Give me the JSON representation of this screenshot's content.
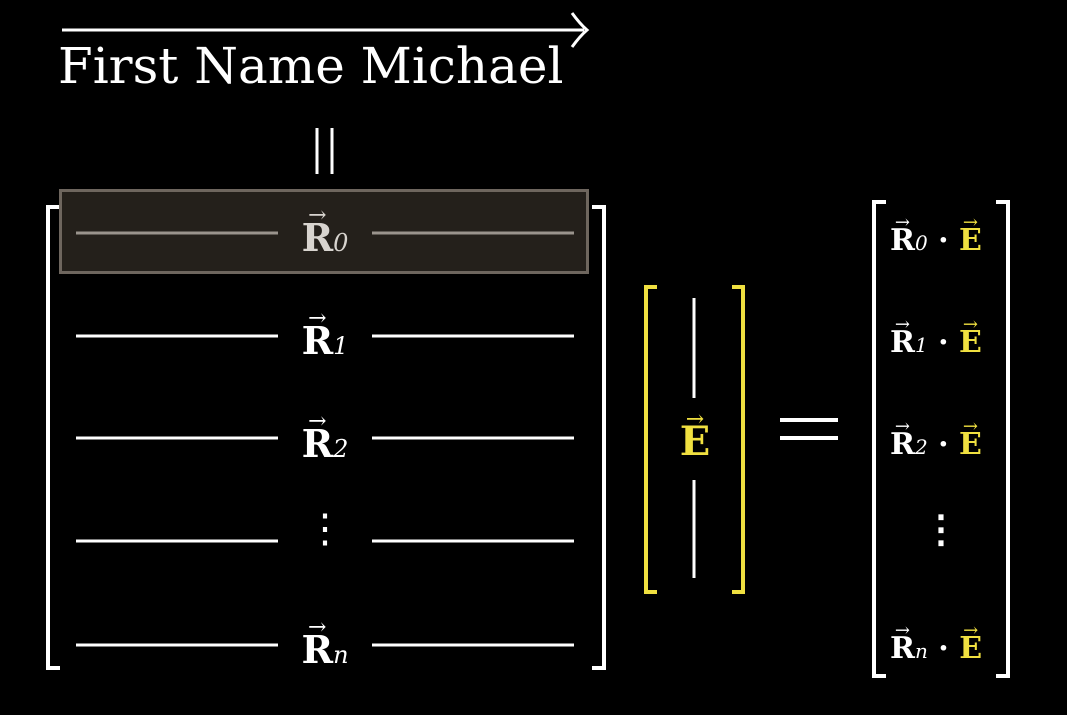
{
  "title": "First Name Michael",
  "equals_vertical": "||",
  "matrix_rows": [
    {
      "label": "R",
      "sub": "0",
      "highlighted": true
    },
    {
      "label": "R",
      "sub": "1",
      "highlighted": false
    },
    {
      "label": "R",
      "sub": "2",
      "highlighted": false
    },
    {
      "label": "⋮",
      "sub": "",
      "highlighted": false
    },
    {
      "label": "R",
      "sub": "n",
      "highlighted": false
    }
  ],
  "vector_E": "E",
  "result_rows": [
    {
      "r": "R",
      "sub": "0",
      "dot": "·",
      "e": "E"
    },
    {
      "r": "R",
      "sub": "1",
      "dot": "·",
      "e": "E"
    },
    {
      "r": "R",
      "sub": "2",
      "dot": "·",
      "e": "E"
    },
    {
      "r": "⋮",
      "sub": "",
      "dot": "",
      "e": ""
    },
    {
      "r": "R",
      "sub": "n",
      "dot": "·",
      "e": "E"
    }
  ],
  "colors": {
    "background": "#000000",
    "accent_yellow": "#f0e040",
    "highlight_border": "#6e665e"
  }
}
